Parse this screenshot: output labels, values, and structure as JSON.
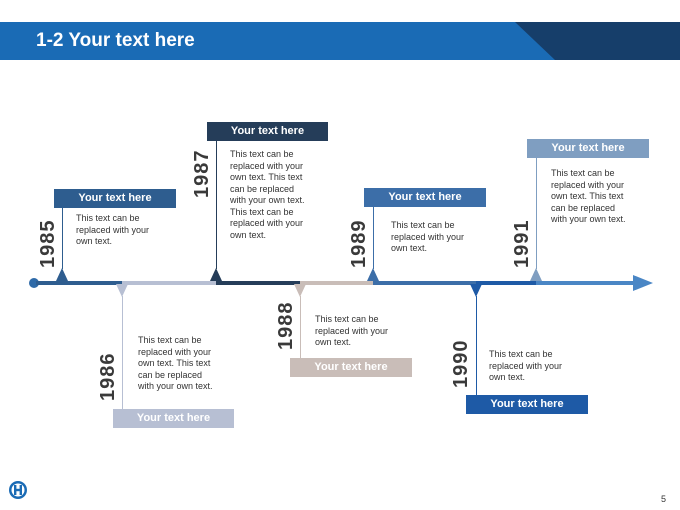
{
  "header": {
    "title": "1-2 Your text here"
  },
  "colors": {
    "header_blue": "#1a6bb5",
    "header_dark": "#163e6a",
    "c1985": "#2e5d8f",
    "c1986": "#b7bfd3",
    "c1987": "#253d59",
    "c1988": "#c9bdb8",
    "c1989": "#3c6ea8",
    "c1990": "#1e5aa6",
    "c1991": "#7f9ec1"
  },
  "milestones": [
    {
      "year": "1985",
      "box": "Your text here",
      "text": "This text can be\nreplaced with your\nown text."
    },
    {
      "year": "1986",
      "box": "Your text here",
      "text": "This text can be\nreplaced with your\nown text. This text\ncan be replaced\nwith your own text."
    },
    {
      "year": "1987",
      "box": "Your text here",
      "text": "This text can be\nreplaced with your\nown text. This text\ncan be replaced\nwith your own text.\nThis text can be\nreplaced with your\nown text."
    },
    {
      "year": "1988",
      "box": "Your text here",
      "text": "This text can be\nreplaced with your\nown text."
    },
    {
      "year": "1989",
      "box": "Your text here",
      "text": "This text can be\nreplaced with your\nown text."
    },
    {
      "year": "1990",
      "box": "Your text here",
      "text": "This text can be\nreplaced with your\nown text."
    },
    {
      "year": "1991",
      "box": "Your text here",
      "text": "This text can be\nreplaced with your\nown text. This text\ncan be replaced\nwith your own text."
    }
  ],
  "footer": {
    "page_number": "5"
  }
}
